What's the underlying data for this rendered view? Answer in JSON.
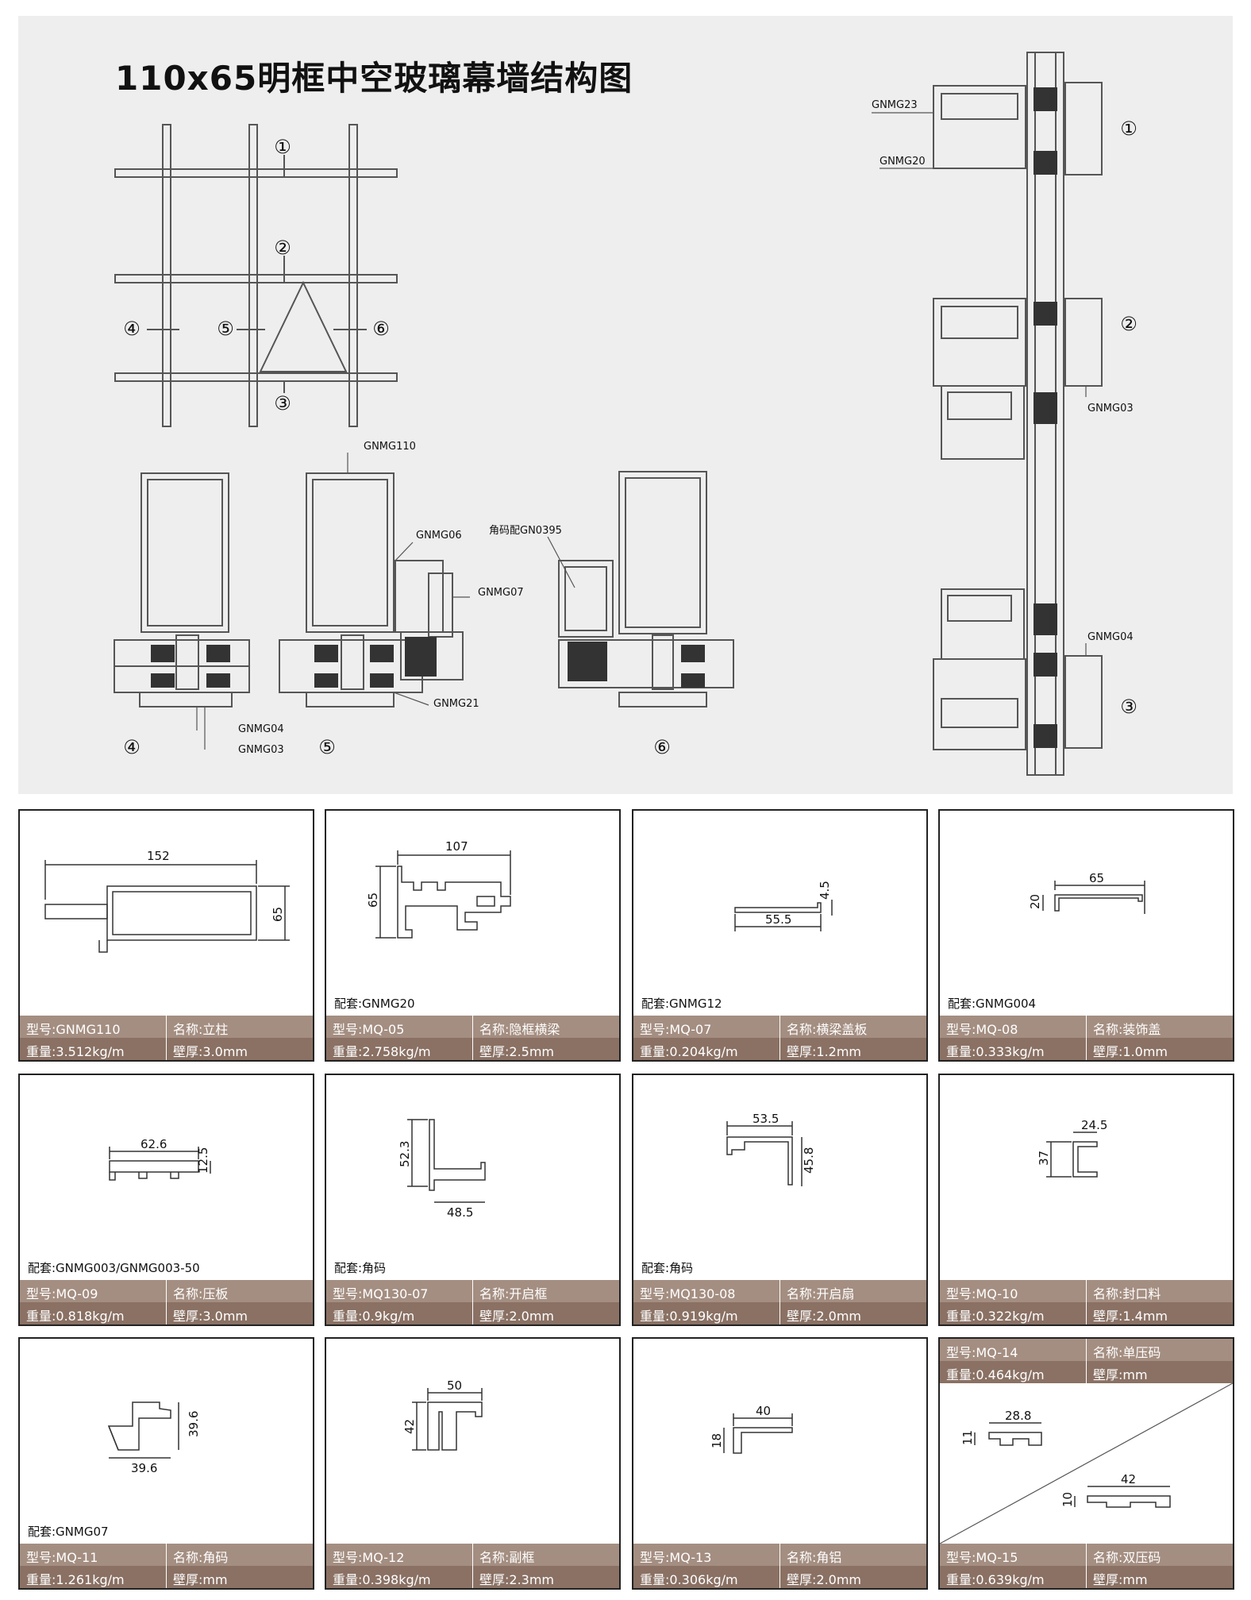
{
  "title": "110x65明框中空玻璃幕墙结构图",
  "diagram": {
    "grid_markers": [
      "①",
      "②",
      "③",
      "④",
      "⑤",
      "⑥"
    ],
    "section_markers": [
      "④",
      "⑤",
      "⑥"
    ],
    "vertical_markers": [
      "①",
      "②",
      "③"
    ],
    "labels": {
      "gnmg23": "GNMG23",
      "gnmg20": "GNMG20",
      "gnmg03_v": "GNMG03",
      "gnmg04_v": "GNMG04",
      "gnmg110": "GNMG110",
      "gnmg06": "GNMG06",
      "gnmg07": "GNMG07",
      "gnmg21": "GNMG21",
      "gnmg04_s": "GNMG04",
      "gnmg03_s": "GNMG03",
      "corner": "角码配GN0395"
    }
  },
  "colors": {
    "row_light": "#a48e81",
    "row_dark": "#8a7164",
    "panel": "#eeeeee"
  },
  "cards": [
    {
      "dims": [
        "152",
        "65"
      ],
      "peitao": "",
      "model": "型号:GNMG110",
      "name": "名称:立柱",
      "weight": "重量:3.512kg/m",
      "thickness": "壁厚:3.0mm"
    },
    {
      "dims": [
        "107",
        "65"
      ],
      "peitao": "配套:GNMG20",
      "model": "型号:MQ-05",
      "name": "名称:隐框横梁",
      "weight": "重量:2.758kg/m",
      "thickness": "壁厚:2.5mm"
    },
    {
      "dims": [
        "4.5",
        "55.5"
      ],
      "peitao": "配套:GNMG12",
      "model": "型号:MQ-07",
      "name": "名称:横梁盖板",
      "weight": "重量:0.204kg/m",
      "thickness": "壁厚:1.2mm"
    },
    {
      "dims": [
        "65",
        "20"
      ],
      "peitao": "配套:GNMG004",
      "model": "型号:MQ-08",
      "name": "名称:装饰盖",
      "weight": "重量:0.333kg/m",
      "thickness": "壁厚:1.0mm"
    },
    {
      "dims": [
        "62.6",
        "12.5"
      ],
      "peitao": "配套:GNMG003/GNMG003-50",
      "model": "型号:MQ-09",
      "name": "名称:压板",
      "weight": "重量:0.818kg/m",
      "thickness": "壁厚:3.0mm"
    },
    {
      "dims": [
        "52.3",
        "48.5"
      ],
      "peitao": "配套:角码",
      "model": "型号:MQ130-07",
      "name": "名称:开启框",
      "weight": "重量:0.9kg/m",
      "thickness": "壁厚:2.0mm"
    },
    {
      "dims": [
        "53.5",
        "45.8"
      ],
      "peitao": "配套:角码",
      "model": "型号:MQ130-08",
      "name": "名称:开启扇",
      "weight": "重量:0.919kg/m",
      "thickness": "壁厚:2.0mm"
    },
    {
      "dims": [
        "24.5",
        "37"
      ],
      "peitao": "",
      "model": "型号:MQ-10",
      "name": "名称:封口料",
      "weight": "重量:0.322kg/m",
      "thickness": "壁厚:1.4mm"
    },
    {
      "dims": [
        "39.6",
        "39.6"
      ],
      "peitao": "配套:GNMG07",
      "model": "型号:MQ-11",
      "name": "名称:角码",
      "weight": "重量:1.261kg/m",
      "thickness": "壁厚:mm"
    },
    {
      "dims": [
        "50",
        "42"
      ],
      "peitao": "",
      "model": "型号:MQ-12",
      "name": "名称:副框",
      "weight": "重量:0.398kg/m",
      "thickness": "壁厚:2.3mm"
    },
    {
      "dims": [
        "40",
        "18"
      ],
      "peitao": "",
      "model": "型号:MQ-13",
      "name": "名称:角铝",
      "weight": "重量:0.306kg/m",
      "thickness": "壁厚:2.0mm"
    },
    {
      "dims": [
        "28.8",
        "11",
        "42",
        "10"
      ],
      "peitao": "",
      "model": "型号:MQ-14",
      "name": "名称:单压码",
      "weight": "重量:0.464kg/m",
      "thickness": "壁厚:mm",
      "model_b": "型号:MQ-15",
      "name_b": "名称:双压码",
      "weight_b": "重量:0.639kg/m",
      "thickness_b": "壁厚:mm"
    }
  ]
}
